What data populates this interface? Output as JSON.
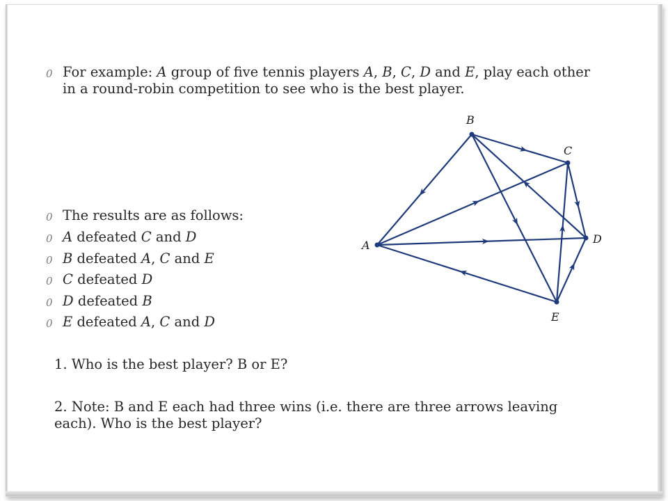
{
  "intro": {
    "marker": "0",
    "text": "For example: A group of five tennis players A, B, C, D and E, play each other in a round-robin competition to see who is the best player."
  },
  "results": {
    "marker": "0",
    "heading": "The results are as follows:",
    "rows": [
      {
        "player": "A",
        "rest": " defeated ",
        "list": [
          "C",
          " and ",
          "D"
        ]
      },
      {
        "player": "B",
        "rest": " defeated ",
        "list": [
          "A",
          ", ",
          "C",
          " and ",
          "E"
        ]
      },
      {
        "player": "C",
        "rest": " defeated ",
        "list": [
          "D"
        ]
      },
      {
        "player": "D",
        "rest": " defeated ",
        "list": [
          "B"
        ]
      },
      {
        "player": "E",
        "rest": " defeated ",
        "list": [
          "A",
          ", ",
          "C",
          " and ",
          "D"
        ]
      }
    ]
  },
  "questions": {
    "q1": "1.  Who is the best player? B or E?",
    "q2": "2.  Note: B and E each had three wins (i.e. there are three arrows leaving each).   Who is the best player?"
  },
  "diagram": {
    "nodes": [
      "A",
      "B",
      "C",
      "D",
      "E"
    ],
    "edges": [
      {
        "from": "A",
        "to": "C"
      },
      {
        "from": "A",
        "to": "D"
      },
      {
        "from": "B",
        "to": "A"
      },
      {
        "from": "B",
        "to": "C"
      },
      {
        "from": "B",
        "to": "E"
      },
      {
        "from": "C",
        "to": "D"
      },
      {
        "from": "D",
        "to": "B"
      },
      {
        "from": "E",
        "to": "A"
      },
      {
        "from": "E",
        "to": "C"
      },
      {
        "from": "E",
        "to": "D"
      }
    ],
    "color": "#1f3a7a"
  }
}
